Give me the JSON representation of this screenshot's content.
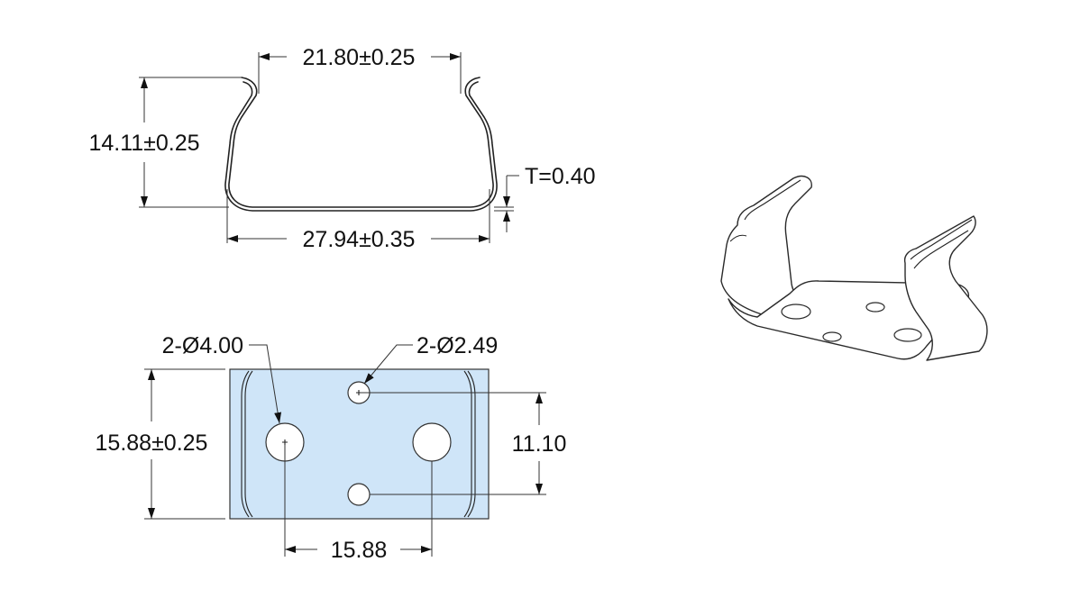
{
  "dimensions": {
    "top_opening": "21.80±0.25",
    "height": "14.11±0.25",
    "thickness": "T=0.40",
    "bottom_width": "27.94±0.35",
    "large_hole": "2-Ø4.00",
    "small_hole": "2-Ø2.49",
    "base_width": "15.88±0.25",
    "small_hole_spacing": "11.10",
    "large_hole_spacing": "15.88"
  },
  "colors": {
    "base_fill": "#cfe5f8",
    "line": "#222222",
    "text": "#111111"
  }
}
